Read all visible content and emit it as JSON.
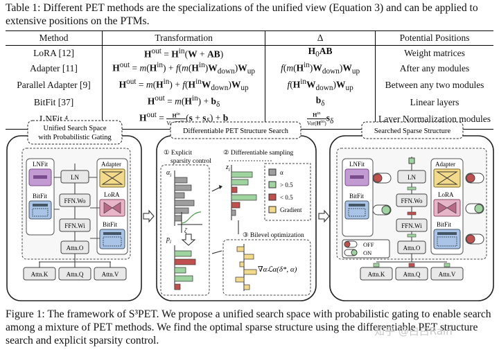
{
  "table_caption": "Table 1: Different PET methods are the specializations of the unified view (Equation 3) and can be applied to extensive positions on the PTMs.",
  "table": {
    "headers": [
      "Method",
      "Transformation",
      "Δ",
      "Potential Positions"
    ],
    "rows": [
      {
        "method": "LoRA [12]",
        "position": "Weight matrices"
      },
      {
        "method": "Adapter [11]",
        "position": "After any modules"
      },
      {
        "method": "Parallel Adapter [9]",
        "position": "Between any two modules"
      },
      {
        "method": "BitFit [37]",
        "position": "Linear layers"
      },
      {
        "method": "LNFit ⁴",
        "position": "Layer Normalization modules"
      }
    ]
  },
  "figure": {
    "left_panel": {
      "title_line1": "Unified Search Space",
      "title_line2": "with Probabilistic Gating",
      "labels": {
        "lnfit": "LNFit",
        "bitfit": "BitFit",
        "adapter": "Adapter",
        "lora": "LoRA",
        "bitfit2": "BitFit",
        "ln": "LN",
        "ffn_wo": "FFN.Wo",
        "ffn_wi": "FFN.Wi",
        "attn_o": "Attn.O",
        "attn_k": "Attn.K",
        "attn_q": "Attn.Q",
        "attn_v": "Attn.V"
      }
    },
    "middle_panel": {
      "title": "Differentiable PET Structure Search",
      "step1_line1": "① Explicit",
      "step1_line2": "sparsity control",
      "step2": "② Differentiable sampling",
      "step3": "③ Bilevel optimization",
      "alpha_i": "α",
      "alpha_sub": "i",
      "z_i": "z",
      "z_sub": "i",
      "p_i": "p",
      "p_sub": "i",
      "zeta": "ζ",
      "legend": [
        {
          "label": "α",
          "color": "#9e9e9e"
        },
        {
          "label": "> 0.5",
          "color": "#9fd39f"
        },
        {
          "label": "< 0.5",
          "color": "#c0504d"
        },
        {
          "label": "Gradient",
          "color": "#f3d98a"
        }
      ],
      "gradient_formula": "∇αℒα(δ*, α)"
    },
    "right_panel": {
      "title": "Searched Sparse Structure",
      "labels": {
        "lnfit": "LNFit",
        "bitfit": "BitFit",
        "adapter": "Adapter",
        "lora": "LoRA",
        "bitfit2": "BitFit",
        "ln": "LN",
        "ffn_wo": "FFN.Wo",
        "ffn_wi": "FFN.Wi",
        "attn_o": "Attn.O",
        "attn_k": "Attn.K",
        "attn_q": "Attn.Q",
        "attn_v": "Attn.V"
      },
      "legend_off": "OFF",
      "legend_on": "ON"
    },
    "colors": {
      "on": "#9fd39f",
      "off": "#c0504d",
      "purple": "#c39bd3",
      "blue": "#a9c4e6",
      "yellow": "#f3d98a",
      "pink": "#e8b4c8"
    }
  },
  "figure_caption": "Figure 1: The framework of S³PET. We propose a unified search space with probabilistic gating to enable search among a mixture of PET methods. We find the optimal sparse structure using the differentiable PET structure search and explicit sparsity control.",
  "watermark": "知乎 @白白Rain"
}
